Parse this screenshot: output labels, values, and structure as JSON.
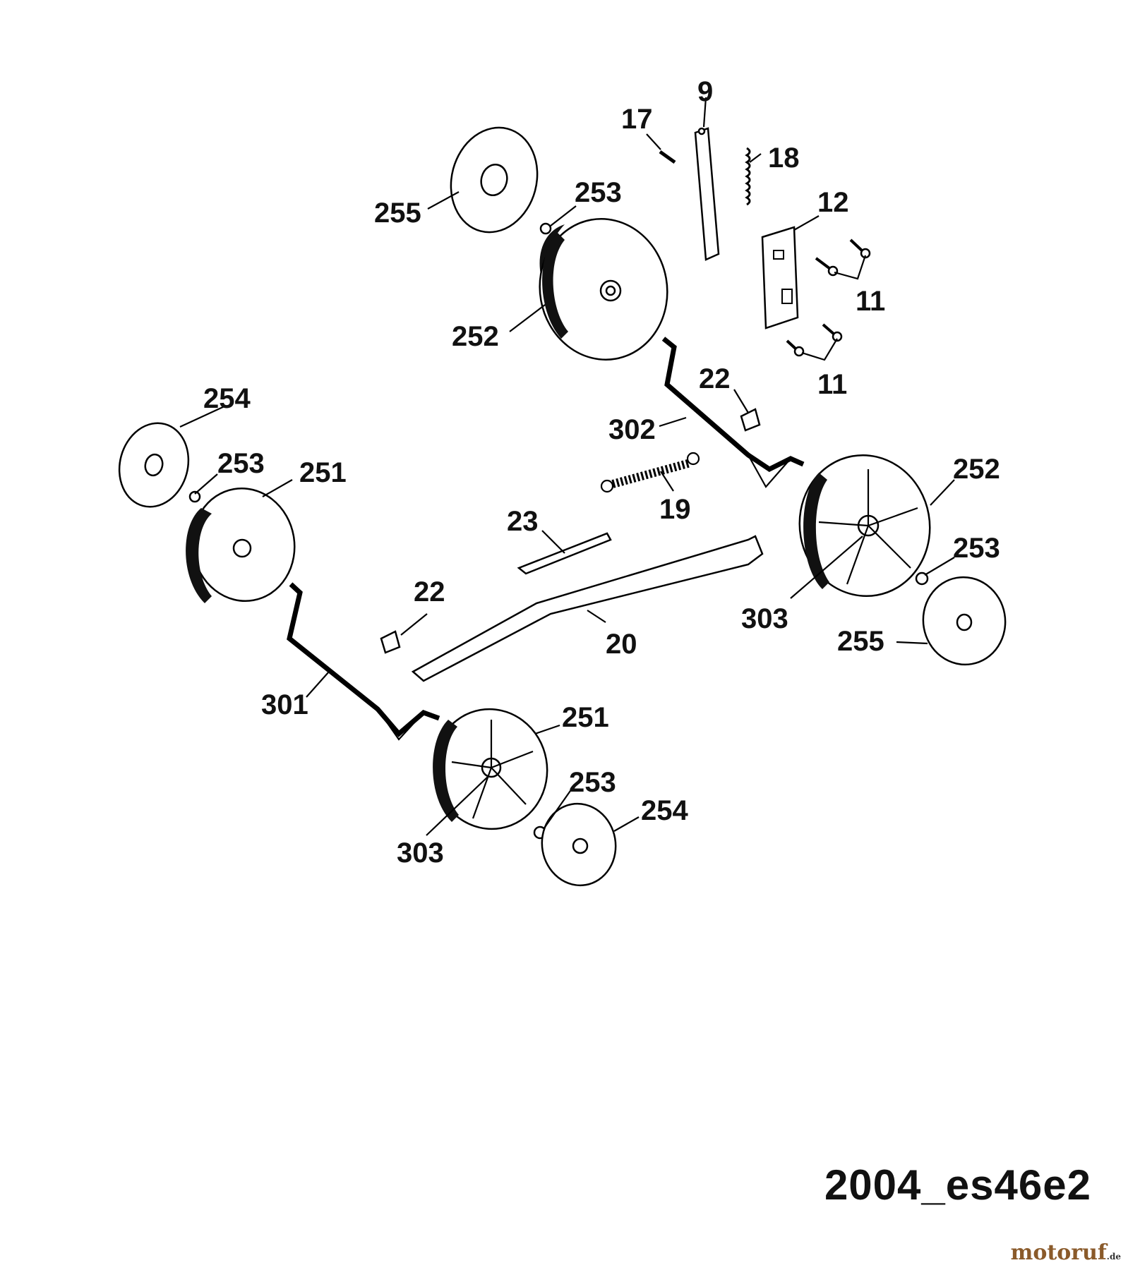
{
  "callouts": {
    "c9": "9",
    "c17": "17",
    "c18": "18",
    "c12": "12",
    "c11a": "11",
    "c11b": "11",
    "c255a": "255",
    "c253a": "253",
    "c252a": "252",
    "c22a": "22",
    "c302": "302",
    "c254a": "254",
    "c253b": "253",
    "c251a": "251",
    "c19": "19",
    "c23": "23",
    "c252b": "252",
    "c253c": "253",
    "c303a": "303",
    "c255b": "255",
    "c22b": "22",
    "c20": "20",
    "c301": "301",
    "c251b": "251",
    "c253d": "253",
    "c254b": "254",
    "c303b": "303"
  },
  "diagram_code": "2004_es46e2",
  "watermark": {
    "brand": "motoruf",
    "tld": ".de"
  }
}
